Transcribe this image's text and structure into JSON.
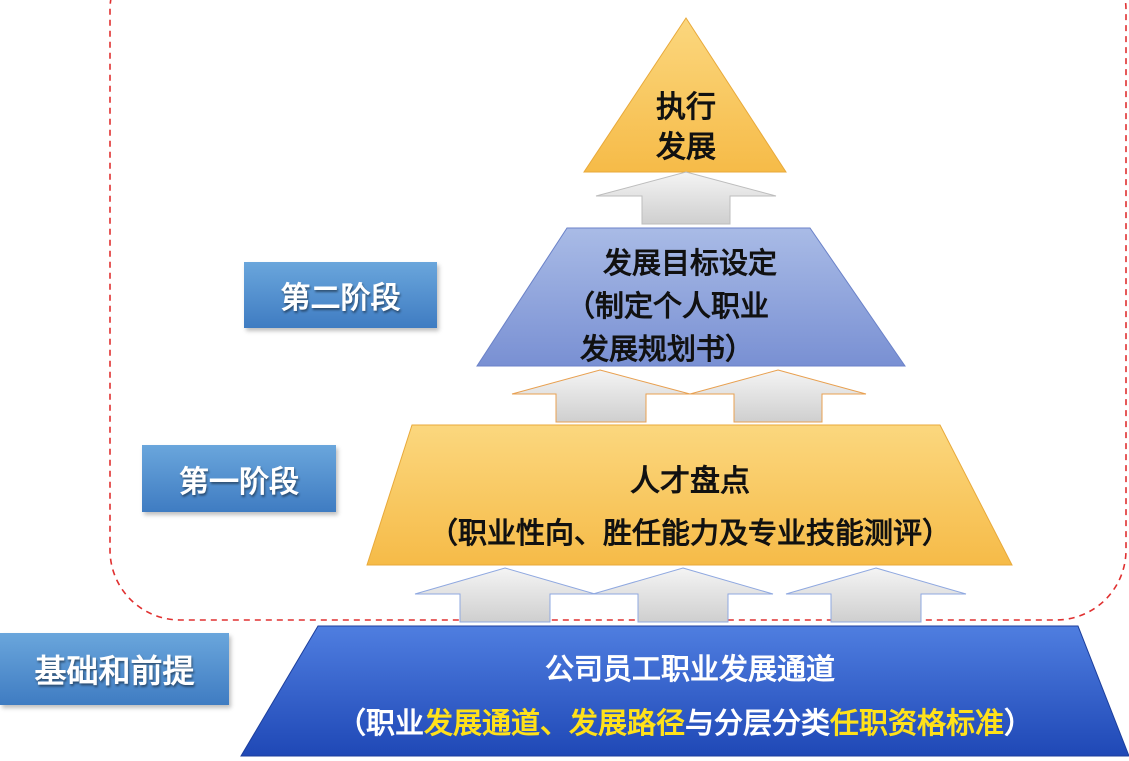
{
  "stages": {
    "stage2": "第二阶段",
    "stage1": "第一阶段",
    "foundation": "基础和前提"
  },
  "pyramid": {
    "top": {
      "line1": "执行",
      "line2": "发展"
    },
    "level2": {
      "line1": "发展目标设定",
      "line2": "（制定个人职业",
      "line3": "发展规划书）"
    },
    "level1": {
      "line1": "人才盘点",
      "line2": "（职业性向、胜任能力及专业技能测评）"
    },
    "base": {
      "line1": "公司员工职业发展通道",
      "line2": {
        "p1": "（职业",
        "p2": "发展通道、发展路径",
        "p3": "与分层分类",
        "p4": "任职资格标准",
        "p5": "）"
      }
    }
  },
  "colors": {
    "gold": "#f7c35a",
    "periwinkle": "#8ea4dc",
    "base_blue": "#2f5bc8",
    "stage_blue": "#4f8fd0",
    "highlight": "#ffe11a",
    "dashed_border": "#e03030"
  }
}
